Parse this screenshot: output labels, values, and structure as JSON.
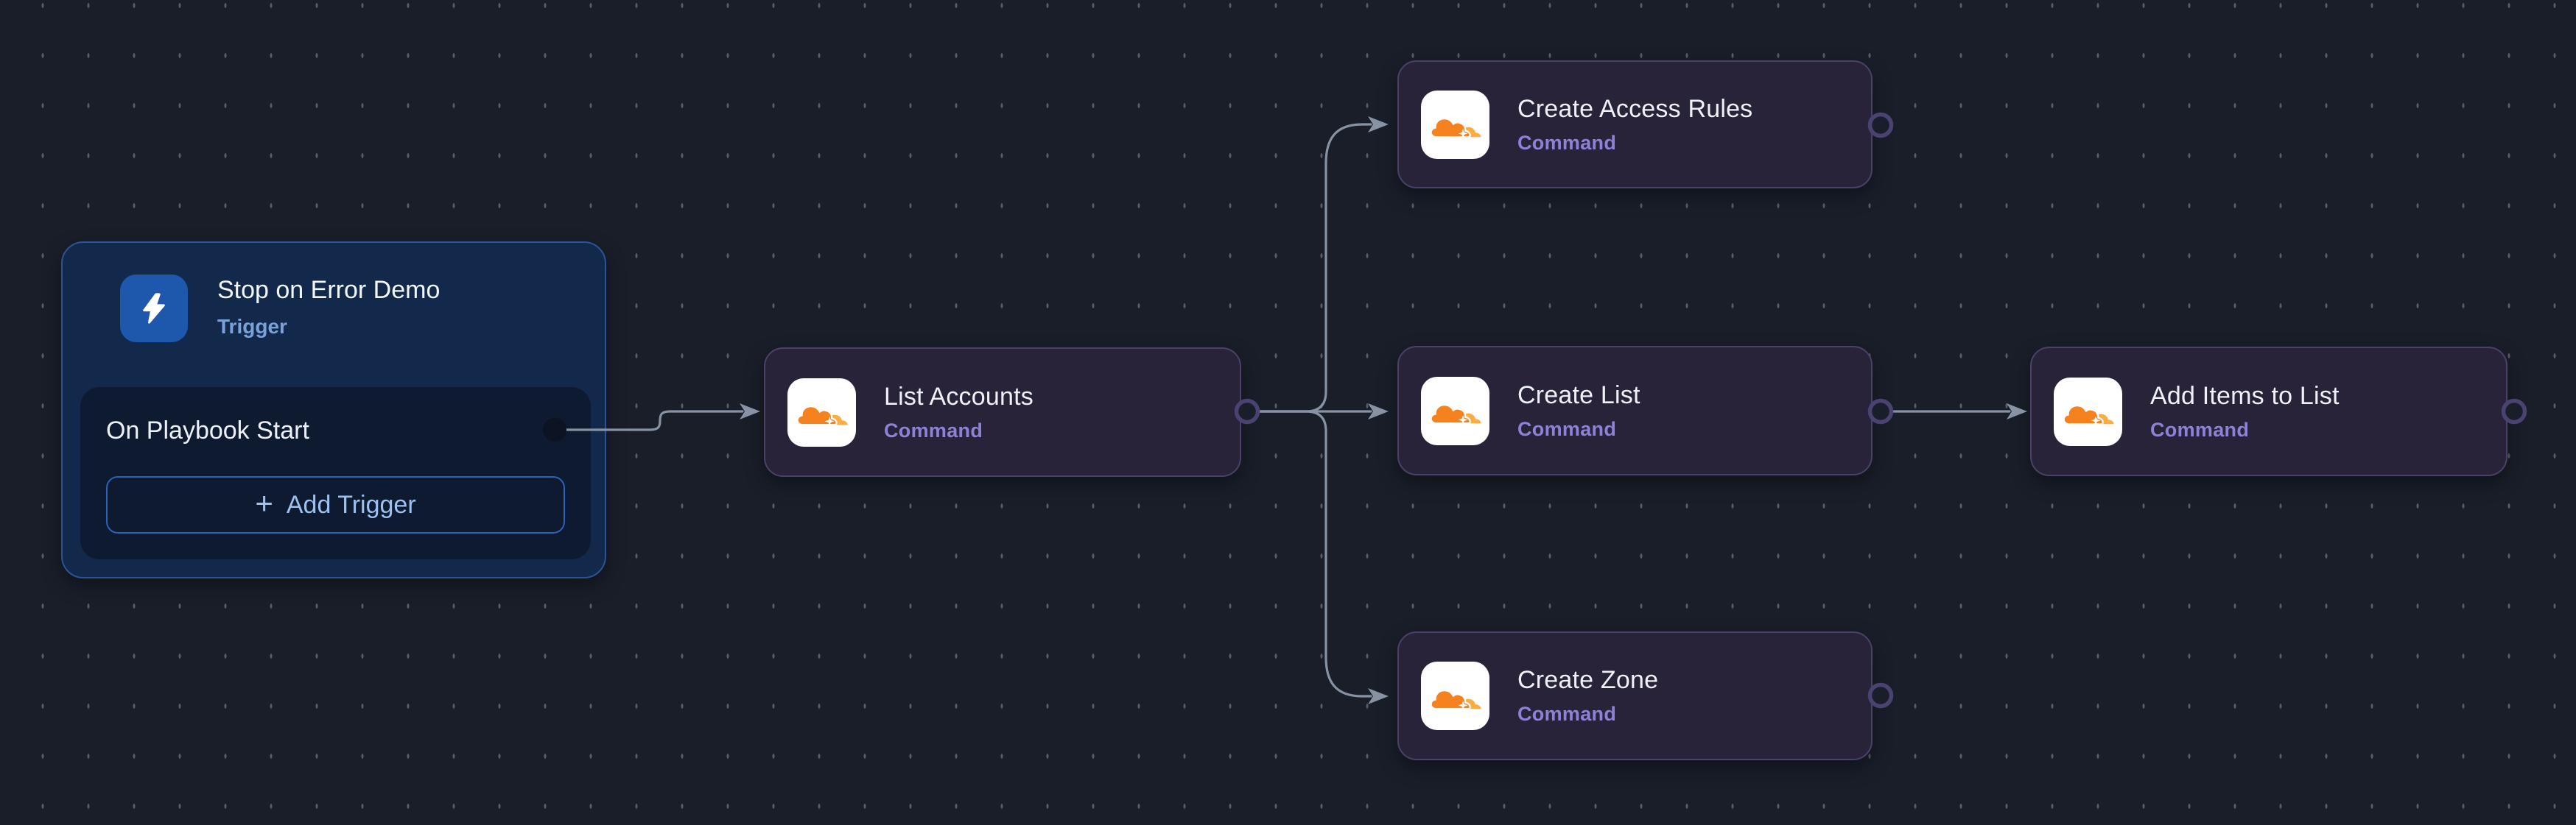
{
  "canvas": {
    "background_color": "#191e29",
    "dot_color": "#575c66",
    "connector_color": "#8793a4",
    "command_accent": "#8e82d8",
    "trigger_accent": "#7ba2d8",
    "cloudflare_orange": "#f6821f",
    "cloudflare_light_orange": "#fbad41"
  },
  "trigger": {
    "title": "Stop on Error Demo",
    "type_label": "Trigger",
    "icon": "lightning-icon",
    "event_name": "On Playbook Start",
    "add_button": {
      "icon": "+",
      "label": "Add Trigger"
    }
  },
  "commands": [
    {
      "title": "List Accounts",
      "type_label": "Command",
      "icon": "cloudflare-icon"
    },
    {
      "title": "Create Access Rules",
      "type_label": "Command",
      "icon": "cloudflare-icon"
    },
    {
      "title": "Create List",
      "type_label": "Command",
      "icon": "cloudflare-icon"
    },
    {
      "title": "Create Zone",
      "type_label": "Command",
      "icon": "cloudflare-icon"
    },
    {
      "title": "Add Items to List",
      "type_label": "Command",
      "icon": "cloudflare-icon"
    }
  ],
  "connections": [
    {
      "from": "On Playbook Start",
      "to": "List Accounts"
    },
    {
      "from": "List Accounts",
      "to": "Create Access Rules"
    },
    {
      "from": "List Accounts",
      "to": "Create List"
    },
    {
      "from": "List Accounts",
      "to": "Create Zone"
    },
    {
      "from": "Create List",
      "to": "Add Items to List"
    }
  ]
}
